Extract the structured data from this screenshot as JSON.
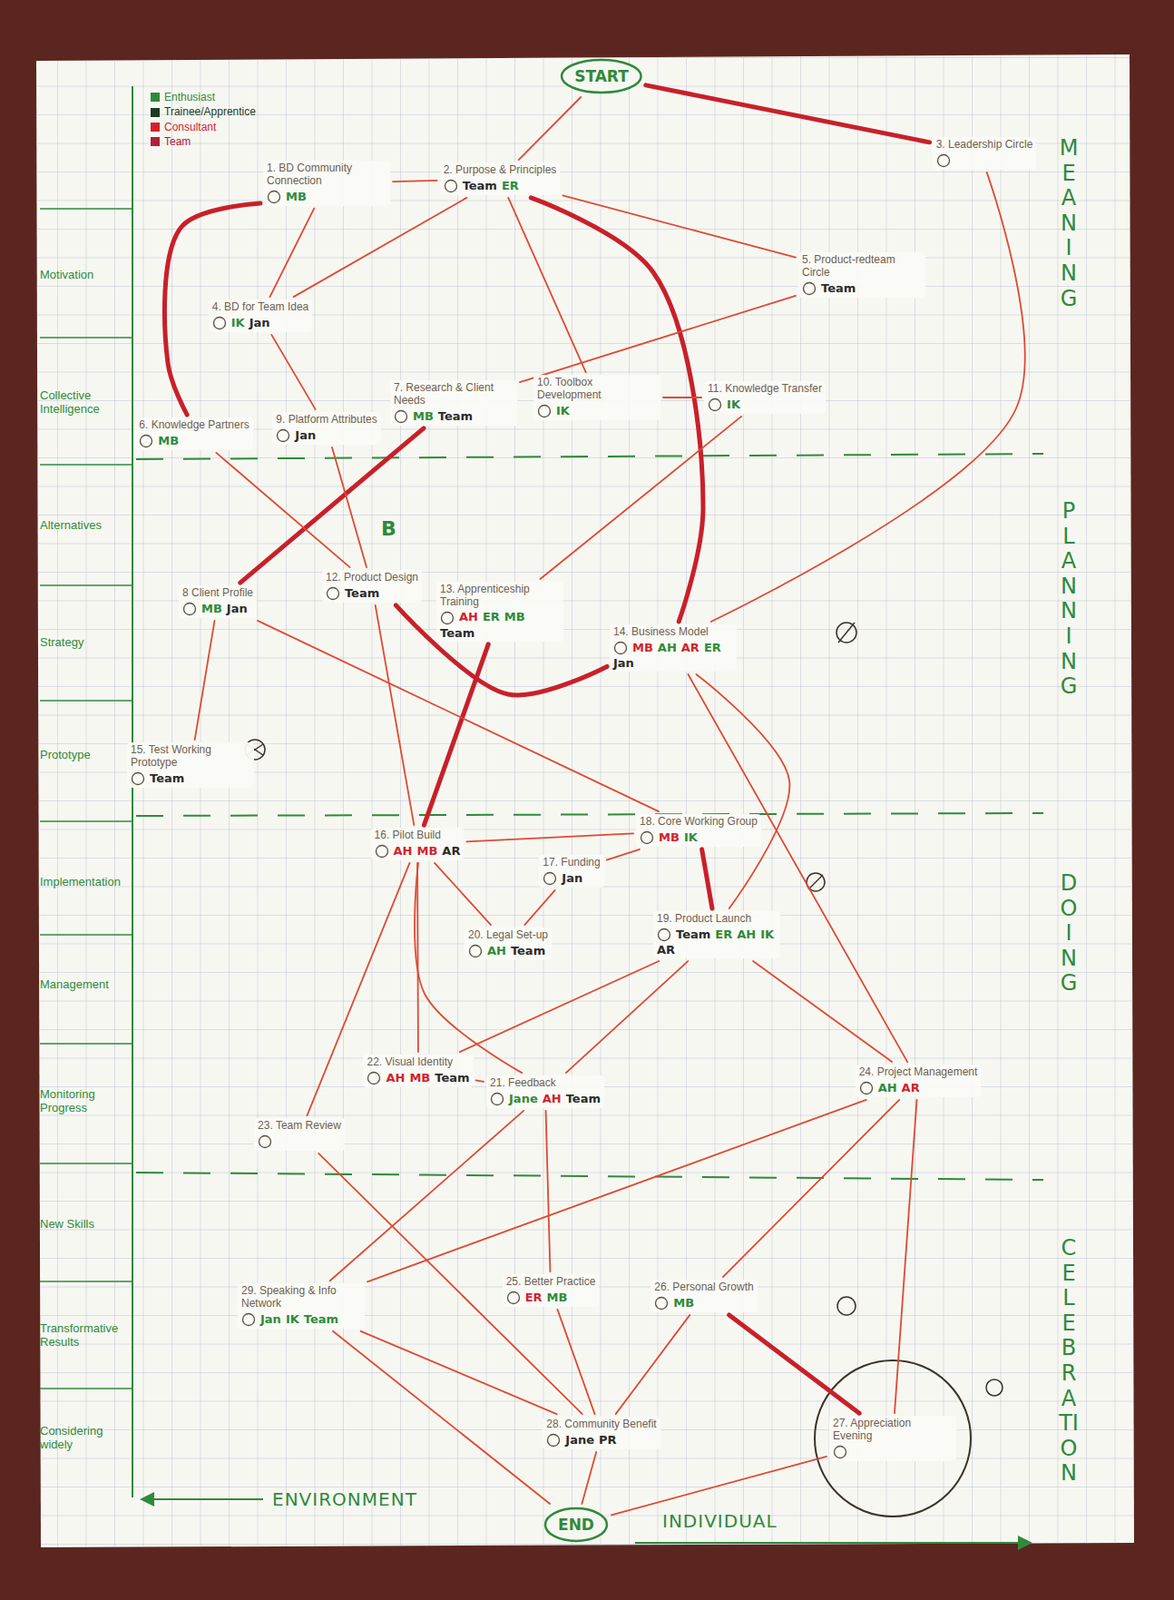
{
  "diagram": {
    "nodes": [
      {
        "text": [
          "START"
        ]
      },
      {
        "text": [
          "1. BD Community Connection",
          "MB"
        ]
      },
      {
        "text": [
          "2. Purpose & Principles",
          "Team",
          "ER"
        ]
      },
      {
        "text": [
          "3. Leadership Circle"
        ]
      },
      {
        "text": [
          "4. BD for Team Idea",
          "IK",
          "Jan"
        ]
      },
      {
        "text": [
          "5. Product-redteam Circle",
          "Team"
        ]
      },
      {
        "text": [
          "6. Knowledge Partners",
          "MB"
        ]
      },
      {
        "text": [
          "9. Platform Attributes",
          "Jan"
        ]
      },
      {
        "text": [
          "7. Research & Client Needs",
          "MB",
          "Team"
        ]
      },
      {
        "text": [
          "10. Toolbox Development",
          "IK"
        ]
      },
      {
        "text": [
          "11. Knowledge Transfer",
          "IK"
        ]
      },
      {
        "text": [
          "8 Client Profile",
          "MB",
          "Jan"
        ]
      },
      {
        "text": [
          "12. Product Design",
          "Team"
        ]
      },
      {
        "text": [
          "13. Apprenticeship Training",
          "AH",
          "ER",
          "MB",
          "Team"
        ]
      },
      {
        "text": [
          "14. Business Model",
          "MB",
          "AH",
          "AR",
          "ER",
          "Jan"
        ]
      },
      {
        "text": [
          "15. Test Working Prototype",
          "Team"
        ]
      },
      {
        "text": [
          "18. Core Working Group",
          "MB",
          "IK"
        ]
      },
      {
        "text": [
          "16. Pilot Build",
          "AH",
          "MB",
          "AR"
        ]
      },
      {
        "text": [
          "17. Funding",
          "Jan"
        ]
      },
      {
        "text": [
          "20. Legal Set-up",
          "AH",
          "Team"
        ]
      },
      {
        "text": [
          "19. Product Launch",
          "Team",
          "ER",
          "AH",
          "IK",
          "AR"
        ]
      },
      {
        "text": [
          "22. Visual Identity",
          "AH",
          "MB",
          "Team"
        ]
      },
      {
        "text": [
          "21. Feedback",
          "Jane",
          "AH",
          "Team"
        ]
      },
      {
        "text": [
          "23. Team Review"
        ]
      },
      {
        "text": [
          "24. Project Management",
          "AH",
          "AR"
        ]
      },
      {
        "text": [
          "25. Better Practice",
          "ER",
          "MB"
        ]
      },
      {
        "text": [
          "26. Personal Growth",
          "MB"
        ]
      },
      {
        "text": [
          "29. Speaking & Info Network",
          "Jan",
          "IK",
          "Team"
        ]
      },
      {
        "text": [
          "28. Community Benefit",
          "Jane",
          "PR"
        ]
      },
      {
        "text": [
          "27. Appreciation Evening"
        ]
      },
      {
        "text": [
          "END"
        ]
      }
    ],
    "edges": [
      {
        "from": 0,
        "to": 2,
        "arrow": "none"
      },
      {
        "from": 0,
        "to": 3,
        "arrow": "none"
      },
      {
        "from": 1,
        "to": 6,
        "arrow": "none"
      },
      {
        "from": 1,
        "to": 2,
        "arrow": "none"
      },
      {
        "from": 2,
        "to": 4,
        "arrow": "none"
      },
      {
        "from": 2,
        "to": 5,
        "arrow": "none"
      },
      {
        "from": 2,
        "to": 9,
        "arrow": "none"
      },
      {
        "from": 2,
        "to": 14,
        "arrow": "none"
      },
      {
        "from": 4,
        "to": 7,
        "arrow": "none"
      },
      {
        "from": 4,
        "to": 1,
        "arrow": "none"
      },
      {
        "from": 3,
        "to": 14,
        "arrow": "none"
      },
      {
        "from": 5,
        "to": 8,
        "arrow": "none"
      },
      {
        "from": 9,
        "to": 10,
        "arrow": "none"
      },
      {
        "from": 10,
        "to": 13,
        "arrow": "none"
      },
      {
        "from": 11,
        "to": 8,
        "arrow": "none"
      },
      {
        "from": 7,
        "to": 12,
        "arrow": "none"
      },
      {
        "from": 6,
        "to": 12,
        "arrow": "none"
      },
      {
        "from": 12,
        "to": 14,
        "arrow": "none"
      },
      {
        "from": 13,
        "to": 17,
        "arrow": "none"
      },
      {
        "from": 14,
        "to": 20,
        "arrow": "none"
      },
      {
        "from": 14,
        "to": 24,
        "arrow": "none"
      },
      {
        "from": 11,
        "to": 15,
        "arrow": "none"
      },
      {
        "from": 11,
        "to": 16,
        "arrow": "none"
      },
      {
        "from": 12,
        "to": 17,
        "arrow": "none"
      },
      {
        "from": 17,
        "to": 16,
        "arrow": "none"
      },
      {
        "from": 16,
        "to": 20,
        "arrow": "none"
      },
      {
        "from": 17,
        "to": 19,
        "arrow": "none"
      },
      {
        "from": 19,
        "to": 18,
        "arrow": "none"
      },
      {
        "from": 18,
        "to": 16,
        "arrow": "none"
      },
      {
        "from": 17,
        "to": 22,
        "arrow": "none"
      },
      {
        "from": 17,
        "to": 21,
        "arrow": "none"
      },
      {
        "from": 17,
        "to": 23,
        "arrow": "none"
      },
      {
        "from": 20,
        "to": 22,
        "arrow": "none"
      },
      {
        "from": 20,
        "to": 21,
        "arrow": "none"
      },
      {
        "from": 20,
        "to": 24,
        "arrow": "none"
      },
      {
        "from": 22,
        "to": 25,
        "arrow": "none"
      },
      {
        "from": 22,
        "to": 27,
        "arrow": "none"
      },
      {
        "from": 23,
        "to": 28,
        "arrow": "none"
      },
      {
        "from": 24,
        "to": 26,
        "arrow": "none"
      },
      {
        "from": 24,
        "to": 29,
        "arrow": "none"
      },
      {
        "from": 24,
        "to": 27,
        "arrow": "none"
      },
      {
        "from": 25,
        "to": 28,
        "arrow": "none"
      },
      {
        "from": 26,
        "to": 28,
        "arrow": "none"
      },
      {
        "from": 26,
        "to": 29,
        "arrow": "none"
      },
      {
        "from": 27,
        "to": 28,
        "arrow": "none"
      },
      {
        "from": 28,
        "to": 30,
        "arrow": "none"
      },
      {
        "from": 29,
        "to": 30,
        "arrow": "none"
      },
      {
        "from": 27,
        "to": 30,
        "arrow": "none"
      },
      {
        "from": 21,
        "to": 22,
        "arrow": "none"
      }
    ],
    "labels": [
      "Motivation",
      "Collective Intelligence",
      "Alternatives",
      "Strategy",
      "Prototype",
      "Implementation",
      "Management",
      "Monitoring Progress",
      "New Skills",
      "Transformative Results",
      "Considering widely",
      "MEANING",
      "PLANNING",
      "DOING",
      "CELEBRATION",
      "ENVIRONMENT",
      "INDIVIDUAL",
      "B"
    ],
    "legend": [
      {
        "text": "Enthusiast",
        "color": "#2f8a3a"
      },
      {
        "text": "Trainee/Apprentice",
        "color": "#1f3a1f"
      },
      {
        "text": "Consultant",
        "color": "#d2232a"
      },
      {
        "text": "Team",
        "color": "#b0203a"
      }
    ]
  }
}
